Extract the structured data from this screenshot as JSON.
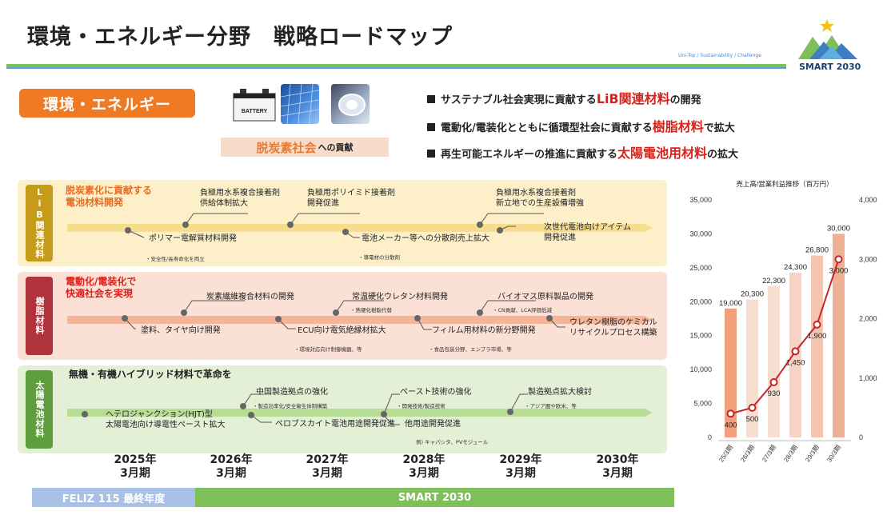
{
  "title": "環境・エネルギー分野　戦略ロードマップ",
  "tagline": "Uni-Top / Sustainability / Challenge",
  "logo_text": "SMART 2030",
  "category": "環境・エネルギー",
  "icons": [
    "battery-icon",
    "solar-panel-icon",
    "headlight-icon"
  ],
  "battery_label": "BATTERY",
  "decarb": {
    "big": "脱炭素社会",
    "small": "への貢献"
  },
  "bullets": [
    {
      "pre": "サステナブル社会実現に貢献する",
      "hl": "LiB関連材料",
      "post": "の開発"
    },
    {
      "pre": "電動化/電装化とともに循環型社会に貢献する",
      "hl": "樹脂材料",
      "post": "で拡大"
    },
    {
      "pre": "再生可能エネルギーの推進に貢献する",
      "hl": "太陽電池用材料",
      "post": "の拡大"
    }
  ],
  "bands": {
    "lib": {
      "side": "LiB関連材料",
      "head": "脱炭素化に貢献する\n電池材料開発",
      "items": [
        "負極用水系複合接着剤\n供給体制拡大",
        "負極用ポリイミド接着剤\n開発促進",
        "負極用水系複合接着剤\n新立地での生産設備増強",
        "ポリマー電解質材料開発",
        "電池メーカー等への分散剤売上拡大",
        "次世代電池向けアイテム\n開発促進"
      ],
      "notes": [
        "・安全性/長寿命化を両立",
        "・導電材の分散剤"
      ]
    },
    "resin": {
      "side": "樹脂材料",
      "head": "電動化/電装化で\n快適社会を実現",
      "items": [
        "炭素繊維複合材料の開発",
        "常温硬化ウレタン材料開発",
        "バイオマス原料製品の開発",
        "塗料、タイヤ向け開発",
        "ECU向け電気絶縁材拡大",
        "フィルム用材料の新分野開発",
        "ウレタン樹脂のケミカル\nリサイクルプロセス構築"
      ],
      "notes": [
        "・熱硬化樹脂代替",
        "・CN貢献、LCA評価低減",
        "・環境対応向け制御機器、等",
        "・食品包装分野、エンプラ市場、等"
      ]
    },
    "solar": {
      "side": "太陽電池材料",
      "head": "無機・有機ハイブリッド材料で革命を",
      "items": [
        "中国製造拠点の強化",
        "ペースト技術の強化",
        "製造拠点拡大検討",
        "ヘテロジャンクション(HJT)型\n太陽電池向け導電性ペースト拡大",
        "ペロブスカイト電池用途開発促進",
        "他用途開発促進"
      ],
      "notes": [
        "・製造効率化/安全衛生体制構築",
        "・開発技術/製造技術",
        "・アジア圏や欧米、等",
        "例) キャパシタ、PVモジュール"
      ]
    }
  },
  "years": [
    "2025年\n3月期",
    "2026年\n3月期",
    "2027年\n3月期",
    "2028年\n3月期",
    "2029年\n3月期",
    "2030年\n3月期"
  ],
  "plan_bars": {
    "feliz": "FELIZ 115 最終年度",
    "smart": "SMART 2030"
  },
  "colors": {
    "accent_orange": "#ee7a24",
    "highlight_red": "#d9221c",
    "lib_band": "#fdf0c9",
    "lib_side": "#c79b1a",
    "resin_band": "#fbe1d5",
    "resin_side": "#b0323a",
    "solar_band": "#e3f0d6",
    "solar_side": "#5f9d3f",
    "bar": "#efa987",
    "line": "#c0282d"
  },
  "chart_data": {
    "type": "bar",
    "title": "売上高/営業利益推移（百万円）",
    "categories": [
      "25/3期",
      "26/3期",
      "27/3期",
      "28/3期",
      "29/3期",
      "30/3期"
    ],
    "series": [
      {
        "axis": "left",
        "kind": "bar",
        "values": [
          19000,
          20300,
          22300,
          24300,
          26800,
          30000
        ],
        "labels": [
          "19,000",
          "20,300",
          "22,300",
          "24,300",
          "26,800",
          "30,000"
        ]
      },
      {
        "axis": "right",
        "kind": "line",
        "values": [
          400,
          500,
          930,
          1450,
          1900,
          3000
        ],
        "labels": [
          "400",
          "500",
          "930",
          "1,450",
          "1,900",
          "3,000"
        ]
      }
    ],
    "y_left": {
      "ylim": [
        0,
        35000
      ],
      "ticks": [
        "0",
        "5,000",
        "10,000",
        "15,000",
        "20,000",
        "25,000",
        "30,000",
        "35,000"
      ]
    },
    "y_right": {
      "ylim": [
        0,
        4000
      ],
      "ticks": [
        "0",
        "1,000",
        "2,000",
        "3,000",
        "4,000"
      ]
    },
    "grid": false
  }
}
